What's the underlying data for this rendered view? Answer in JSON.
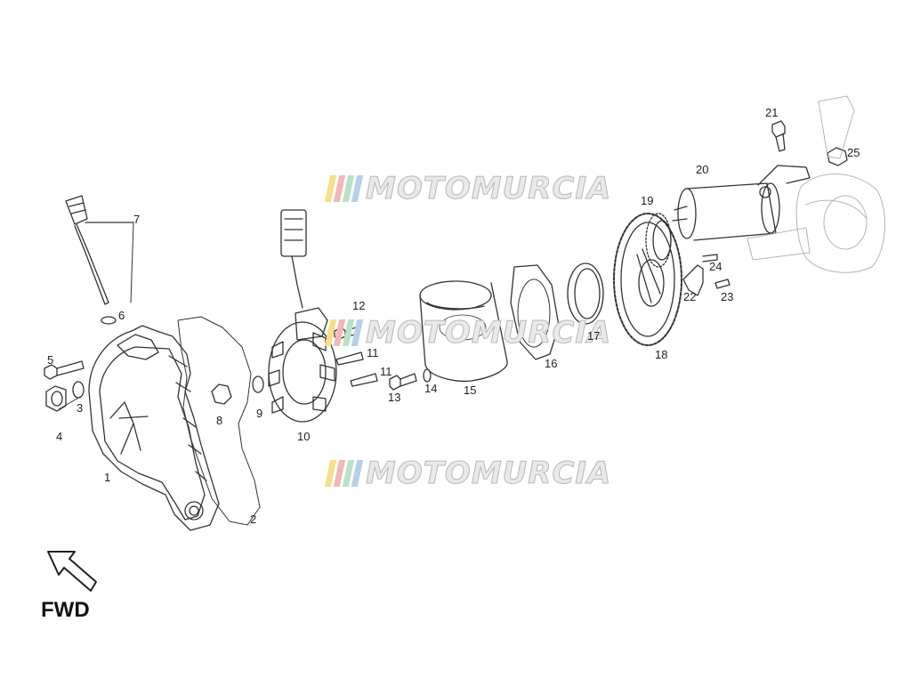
{
  "diagram": {
    "callouts": [
      "1",
      "2",
      "3",
      "4",
      "5",
      "6",
      "7",
      "8",
      "9",
      "10",
      "11",
      "11",
      "12",
      "13",
      "14",
      "15",
      "16",
      "17",
      "18",
      "19",
      "20",
      "21",
      "22",
      "23",
      "24",
      "25"
    ],
    "watermark_text": "MOTOMURCIA",
    "watermark_colors": [
      "#f3e08a",
      "#f2b7b7",
      "#b9e2c8",
      "#b7cfe9"
    ],
    "fwd_label": "FWD"
  }
}
